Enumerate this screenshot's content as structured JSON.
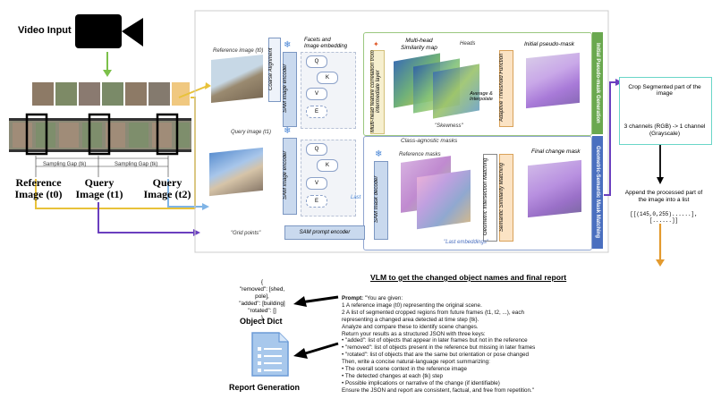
{
  "left": {
    "video_input": "Video Input",
    "sampling_gap_1": "Sampling Gap (tk)",
    "sampling_gap_2": "Sampling Gap (tk)",
    "ref_label_1": "Reference",
    "ref_label_2": "Image (t0)",
    "q1_label_1": "Query",
    "q1_label_2": "Image (t1)",
    "q2_label_1": "Query",
    "q2_label_2": "Image (t2)"
  },
  "center": {
    "facets_1": "Facets and",
    "facets_2": "Image embedding",
    "ref_image": "Reference image (t0)",
    "query_image": "Query image (t1)",
    "coarse": "Coarse Alignment",
    "sam_enc_1": "SAM image encoder",
    "sam_enc_2": "SAM image encoder",
    "mhfc": "Multi-head feature correlation from intermediate layer",
    "q0": "Q",
    "k0": "K",
    "v0": "V",
    "e0": "E",
    "q1": "Q",
    "k1": "K",
    "v1": "V",
    "e1": "E",
    "mhsm_1": "Multi-head",
    "mhsm_2": "Similarity map",
    "heads": "Heads",
    "avg": "Average & Interpolate",
    "adaptive": "Adaptive Threshold Function",
    "skewness": "\"Skewness\"",
    "initial_mask": "Initial pseudo-mask",
    "class_agnostic": "Class-agnostic masks",
    "ref_masks": "Reference masks",
    "sam_mask_dec": "SAM mask decoder",
    "geo_match": "Geometric Intersection Matching",
    "sem_match": "Semantic Similarity Matching",
    "final_mask": "Final change mask",
    "last_emb": "\"Last embeddings\"",
    "last": "Last",
    "grid_points": "\"Grid points\"",
    "sam_prompt": "SAM prompt encoder",
    "side_top": "Initial Pseudo-mask Generation",
    "side_bottom": "Geometric-Semantic Mask Matching"
  },
  "right": {
    "crop": "Crop Segmented part of the image",
    "channels_1": "3 channels (RGB) -> 1 channel",
    "channels_2": "(Grayscale)",
    "append_1": "Append the processed part of",
    "append_2": "the image into a list",
    "list": "[[(145,0,255)......],[......]]"
  },
  "bottom": {
    "vlm_title": "VLM to get the changed object names and final report",
    "dict_1": "{",
    "dict_2": "\"removed\": [shed, pole],",
    "dict_3": "\"added\": [building]",
    "dict_4": "\"rotated\": []",
    "dict_5": "}",
    "object_dict": "Object Dict",
    "report_generation": "Report Generation",
    "prompt_label": "Prompt:",
    "prompt_lines": [
      " \"You are given:",
      "    1  A reference image (t0) representing the original scene.",
      "    2  A list of segmented cropped regions from future frames (t1, t2, ...), each",
      "    representing a changed area detected at time step {tk}.",
      "Analyze and compare these to identify scene changes.",
      "Return your results as a structured JSON with three keys:",
      "    •  \"added\": list of objects that appear in later frames but not in the reference",
      "    •  \"removed\": list of objects present in the reference but missing in later frames",
      "    •  \"rotated\": list of objects that are the same but orientation or pose changed",
      "Then, write a concise natural-language report summarizing:",
      "    •  The overall scene context in the reference image",
      "    •  The detected changes at each {tk} step",
      "    •  Possible implications or narrative of the change (if identifiable)",
      "Ensure the JSON and report are consistent, factual, and free from repetition.\""
    ]
  },
  "colors": {
    "green_arrow": "#7cc04a",
    "yellow_arrow": "#e8c23a",
    "purple_arrow": "#6a3fbf",
    "light_blue_arrow": "#7fb4e6",
    "orange_arrow": "#e39a2e",
    "side_green": "#6aa84f",
    "side_blue": "#4a6fbf"
  }
}
